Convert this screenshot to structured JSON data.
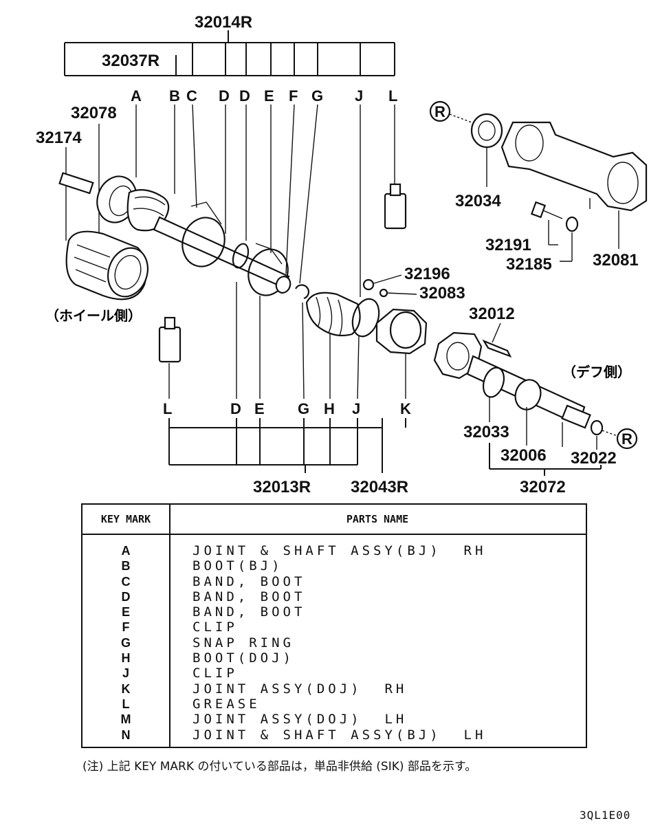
{
  "diagram": {
    "assembly_numbers": {
      "top_main": "32014R",
      "sub_main": "32037R",
      "left_a": "32078",
      "left_b": "32174",
      "lower_left": "32013R",
      "lower_mid": "32043R",
      "lower_right": "32072"
    },
    "part_numbers": {
      "p32034": "32034",
      "p32191": "32191",
      "p32185": "32185",
      "p32081": "32081",
      "p32196": "32196",
      "p32083": "32083",
      "p32012": "32012",
      "p32033": "32033",
      "p32006": "32006",
      "p32022": "32022"
    },
    "top_keys": [
      "A",
      "B",
      "C",
      "D",
      "D",
      "E",
      "F",
      "G",
      "J",
      "L"
    ],
    "bottom_keys": [
      "L",
      "D",
      "E",
      "G",
      "H",
      "J",
      "K"
    ],
    "ref_mark": "R",
    "wheel_side": "（ホイール側）",
    "diff_side": "（デフ側）"
  },
  "table": {
    "header_key": "KEY MARK",
    "header_name": "PARTS NAME",
    "rows": [
      {
        "key": "A",
        "name": "JOINT & SHAFT ASSY(BJ)  RH"
      },
      {
        "key": "B",
        "name": "BOOT(BJ)"
      },
      {
        "key": "C",
        "name": "BAND, BOOT"
      },
      {
        "key": "D",
        "name": "BAND, BOOT"
      },
      {
        "key": "E",
        "name": "BAND, BOOT"
      },
      {
        "key": "F",
        "name": "CLIP"
      },
      {
        "key": "G",
        "name": "SNAP RING"
      },
      {
        "key": "H",
        "name": "BOOT(DOJ)"
      },
      {
        "key": "J",
        "name": "CLIP"
      },
      {
        "key": "K",
        "name": "JOINT ASSY(DOJ)  RH"
      },
      {
        "key": "L",
        "name": "GREASE"
      },
      {
        "key": "M",
        "name": "JOINT ASSY(DOJ)  LH"
      },
      {
        "key": "N",
        "name": "JOINT & SHAFT ASSY(BJ)  LH"
      }
    ]
  },
  "footnote": "(注) 上記 KEY MARK の付いている部品は，単品非供給 (SIK) 部品を示す。",
  "diagram_code": "3QL1E00"
}
